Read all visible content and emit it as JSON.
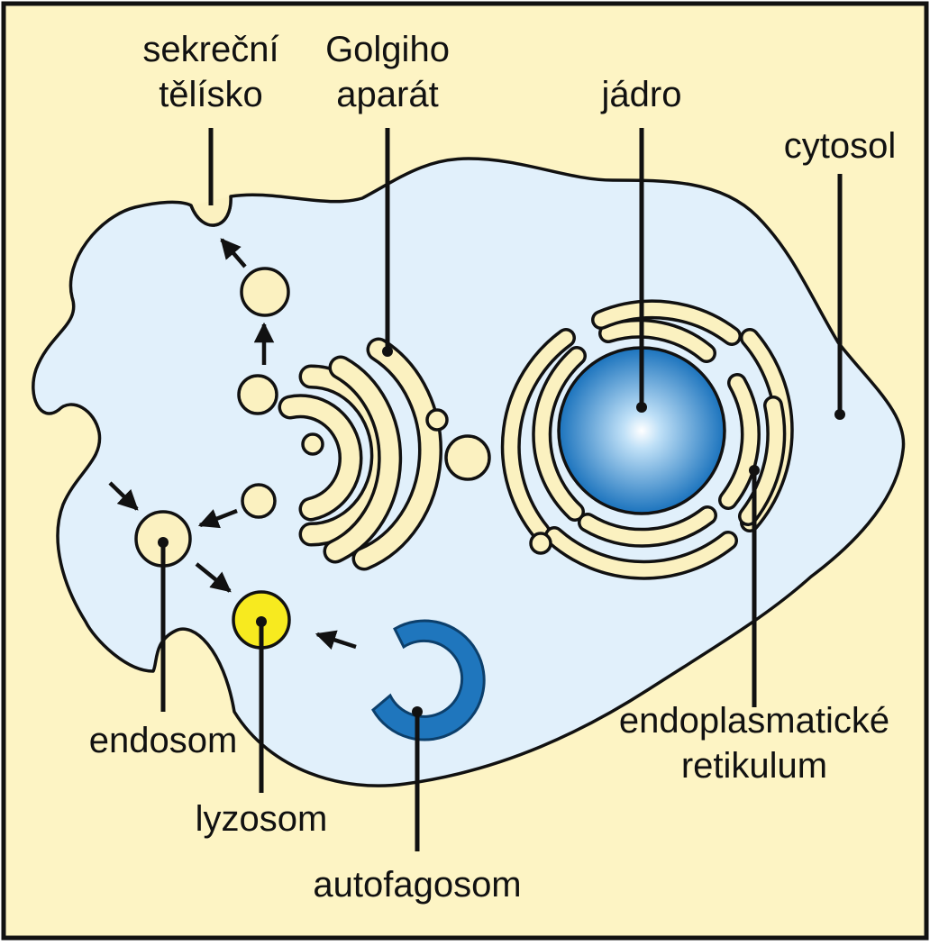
{
  "colors": {
    "background": "#fdf4c4",
    "border": "#111111",
    "cytosol": "#e1f0fb",
    "organelle": "#fbf1c0",
    "lysosome": "#f7ea1f",
    "nucleus_light": "#bfe0f7",
    "nucleus_dark": "#1b73bd",
    "autophagosome": "#1f76bd",
    "line": "#111111"
  },
  "labels": {
    "secretory_l1": "sekreční",
    "secretory_l2": "tělísko",
    "golgi_l1": "Golgiho",
    "golgi_l2": "aparát",
    "nucleus": "jádro",
    "cytosol": "cytosol",
    "endosome": "endosom",
    "lysosome": "lyzosom",
    "autophagosome": "autofagosom",
    "er_l1": "endoplasmatické",
    "er_l2": "retikulum"
  }
}
